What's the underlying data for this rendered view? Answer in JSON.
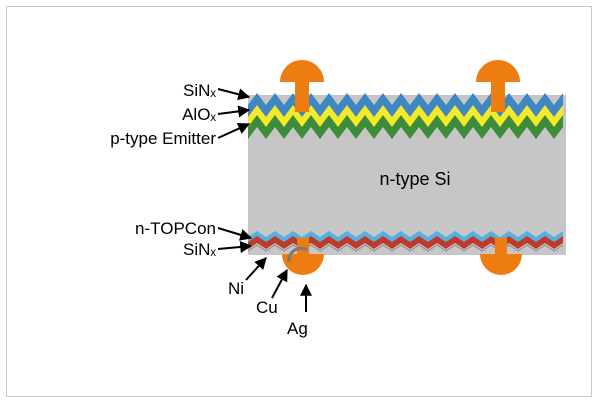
{
  "diagram": {
    "labels": {
      "sinx_top": "SiNₓ",
      "alox": "AlOₓ",
      "emitter": "p-type Emitter",
      "bulk": "n-type Si",
      "topcon": "n-TOPCon",
      "sinx_bottom": "SiNₓ",
      "ni": "Ni",
      "cu": "Cu",
      "ag": "Ag"
    },
    "colors": {
      "bulk": "#c6c6c6",
      "sinx_top": "#3f86c5",
      "alox": "#f2ea2a",
      "emitter": "#3e8b3a",
      "contact": "#ee7d11",
      "topcon": "#c03a2b",
      "sinx_bottom": "#56b1e0"
    }
  }
}
